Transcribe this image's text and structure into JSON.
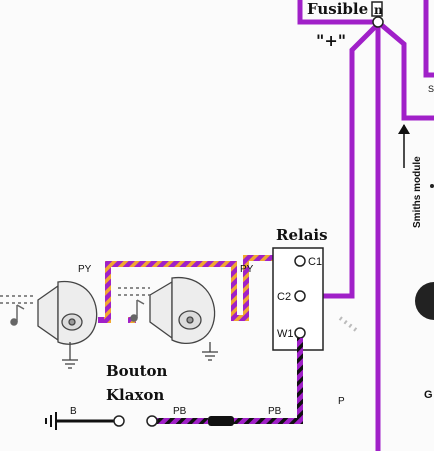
{
  "labels": {
    "fuse": "Fusible",
    "fuse_num": "n",
    "plus": "\"+\"",
    "smiths": "Smiths module",
    "relay": "Relais",
    "c1": "C1",
    "c2": "C2",
    "w1": "W1",
    "button_line1": "Bouton",
    "button_line2": "Klaxon",
    "wire_py_left": "PY",
    "wire_py_right": "PY",
    "wire_pb_left": "PB",
    "wire_pb_right": "PB",
    "wire_b": "B",
    "wire_p": "P",
    "edge_g": "G",
    "edge_s": "S"
  },
  "colors": {
    "purple": "#a020c8",
    "yellow": "#f0a830",
    "black": "#111111",
    "line": "#222222"
  },
  "icons": {
    "horn_left": "horn-icon",
    "horn_right": "horn-icon",
    "ground": "ground-icon",
    "arrow": "arrow-up-icon"
  }
}
